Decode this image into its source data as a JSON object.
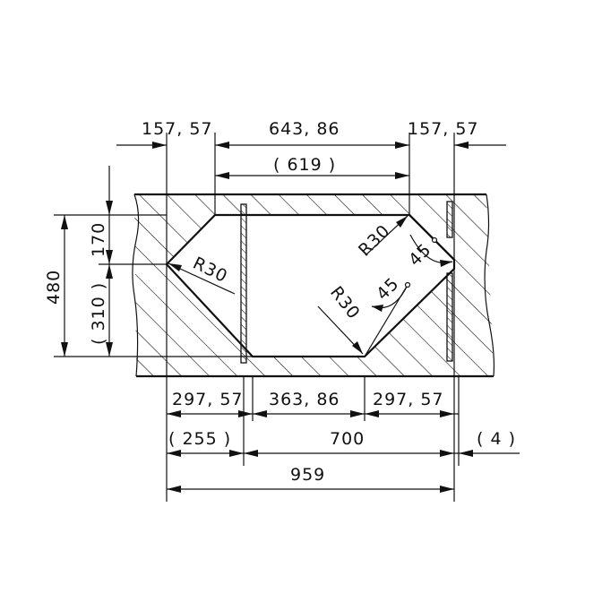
{
  "labels": {
    "top_left_width": "157, 57",
    "top_mid_width": "643, 86",
    "top_right_width": "157, 57",
    "inner_ref_width": "( 619 )",
    "height_top": "170",
    "height_total": "480",
    "height_ref": "( 310 )",
    "bottom_left": "297, 57",
    "bottom_mid": "363, 86",
    "bottom_right": "297, 57",
    "ref_left": "( 255 )",
    "span_700": "700",
    "ref_right": "( 4 )",
    "overall": "959",
    "radius_left": "R30",
    "radius_right_top": "R30",
    "radius_right_bottom": "R30",
    "angle_upper": "45",
    "angle_lower": "45"
  },
  "colors": {
    "line": "#111111",
    "background": "#ffffff"
  }
}
